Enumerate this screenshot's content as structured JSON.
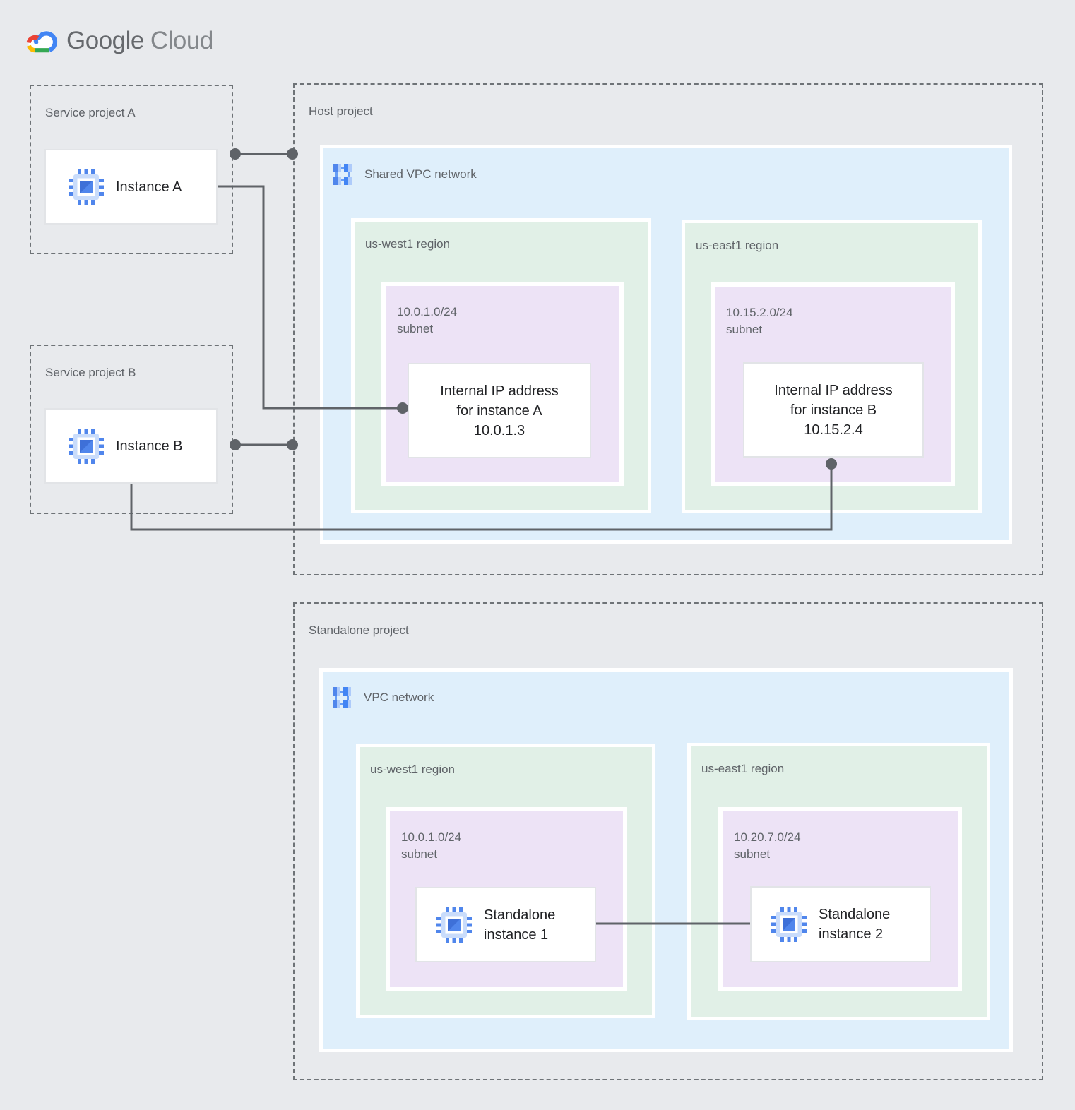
{
  "logo": {
    "google": "Google",
    "cloud": "Cloud"
  },
  "service_project_a": {
    "title": "Service project A",
    "instance_label": "Instance A"
  },
  "service_project_b": {
    "title": "Service project B",
    "instance_label": "Instance B"
  },
  "host_project": {
    "title": "Host project",
    "network_label": "Shared VPC network",
    "west": {
      "region": "us-west1 region",
      "cidr": "10.0.1.0/24",
      "subnet_word": "subnet",
      "ip_line1": "Internal IP address",
      "ip_line2": "for instance A",
      "ip_line3": "10.0.1.3"
    },
    "east": {
      "region": "us-east1 region",
      "cidr": "10.15.2.0/24",
      "subnet_word": "subnet",
      "ip_line1": "Internal IP address",
      "ip_line2": "for instance B",
      "ip_line3": "10.15.2.4"
    }
  },
  "standalone_project": {
    "title": "Standalone project",
    "network_label": "VPC network",
    "west": {
      "region": "us-west1 region",
      "cidr": "10.0.1.0/24",
      "subnet_word": "subnet",
      "instance_line1": "Standalone",
      "instance_line2": "instance 1"
    },
    "east": {
      "region": "us-east1 region",
      "cidr": "10.20.7.0/24",
      "subnet_word": "subnet",
      "instance_line1": "Standalone",
      "instance_line2": "instance 2"
    }
  },
  "colors": {
    "bg": "#E8EAED",
    "vpc_fill": "#DFEFFB",
    "region_fill": "#E1F0E7",
    "subnet_fill": "#EDE3F6",
    "connector": "#5F6368",
    "dash": "#6E7377",
    "gray_text": "#5F6368",
    "dark_text": "#202124",
    "brand_blue": "#4285F4",
    "brand_red": "#EA4335",
    "brand_yellow": "#FBBC04",
    "brand_green": "#34A853"
  }
}
